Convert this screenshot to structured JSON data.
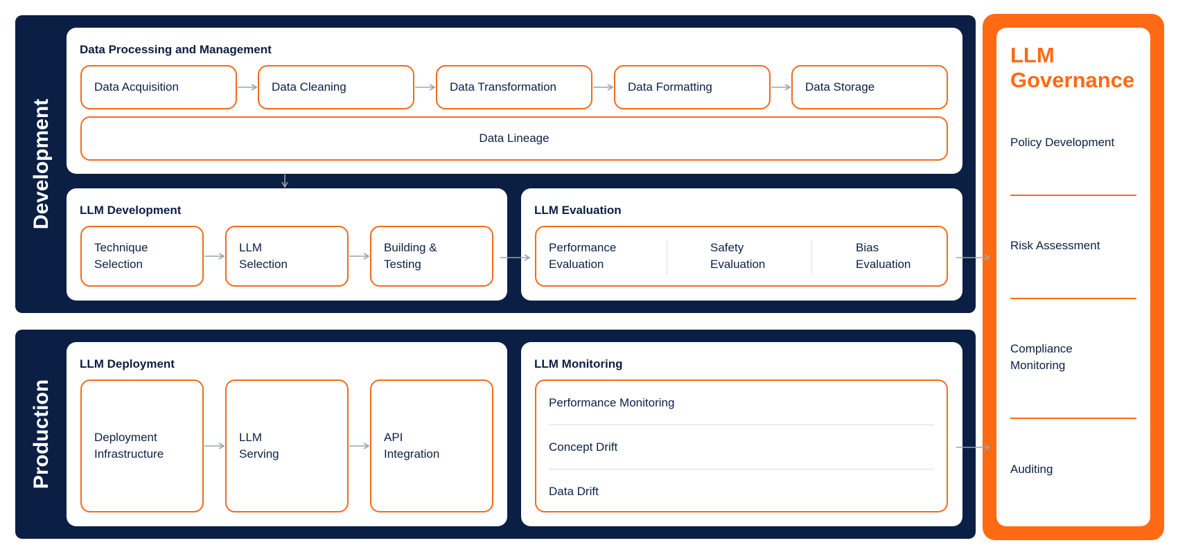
{
  "sections": {
    "development_label": "Development",
    "production_label": "Production"
  },
  "data_processing": {
    "title": "Data Processing and Management",
    "steps": [
      "Data Acquisition",
      "Data Cleaning",
      "Data Transformation",
      "Data Formatting",
      "Data Storage"
    ],
    "lineage": "Data Lineage"
  },
  "llm_development": {
    "title": "LLM Development",
    "steps": [
      "Technique\nSelection",
      "LLM\nSelection",
      "Building &\nTesting"
    ]
  },
  "llm_evaluation": {
    "title": "LLM Evaluation",
    "items": [
      "Performance\nEvaluation",
      "Safety\nEvaluation",
      "Bias\nEvaluation"
    ]
  },
  "llm_deployment": {
    "title": "LLM Deployment",
    "steps": [
      "Deployment\nInfrastructure",
      "LLM\nServing",
      "API\nIntegration"
    ]
  },
  "llm_monitoring": {
    "title": "LLM Monitoring",
    "items": [
      "Performance Monitoring",
      "Concept Drift",
      "Data Drift"
    ]
  },
  "governance": {
    "title": "LLM\nGovernance",
    "items": [
      "Policy Development",
      "Risk Assessment",
      "Compliance\nMonitoring",
      "Auditing"
    ]
  },
  "colors": {
    "navy": "#0b1f44",
    "orange": "#f26a1b",
    "governance_orange": "#ff6a13",
    "arrow_gray": "#9aa3b0"
  }
}
